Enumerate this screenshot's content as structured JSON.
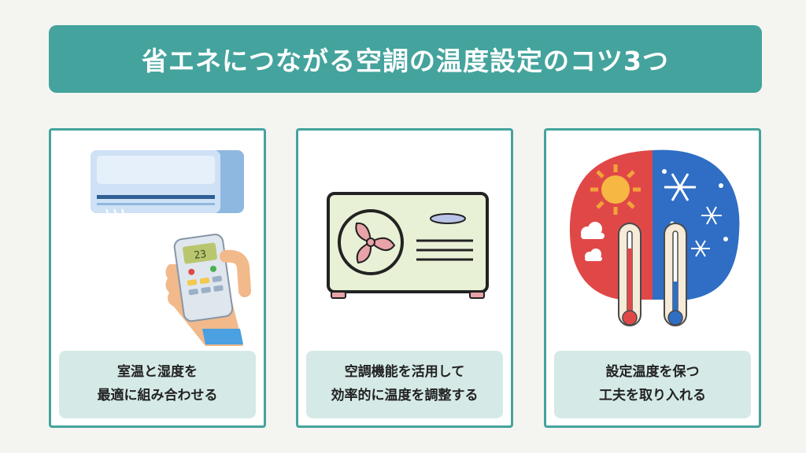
{
  "title": "省エネにつながる空調の温度設定のコツ3つ",
  "cards": [
    {
      "illustration": "air-conditioner-and-remote",
      "line1": "室温と湿度を",
      "line2": "最適に組み合わせる",
      "remote_display": "23"
    },
    {
      "illustration": "outdoor-unit-fan",
      "line1": "空調機能を活用して",
      "line2": "効率的に温度を調整する"
    },
    {
      "illustration": "hot-cold-thermometers",
      "line1": "設定温度を保つ",
      "line2": "工夫を取り入れる"
    }
  ],
  "colors": {
    "accent": "#45a39d",
    "caption_bg": "#d5eae7",
    "hot": "#e04848",
    "cold": "#2f6ec4"
  }
}
